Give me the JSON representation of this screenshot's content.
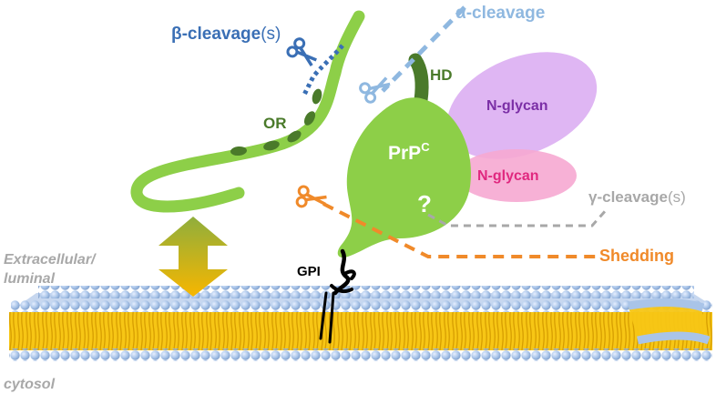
{
  "labels": {
    "beta_greek": "β",
    "beta_text": "-cleavage",
    "beta_suffix": "(s)",
    "alpha_greek": "α",
    "alpha_text": "-cleavage",
    "gamma_greek": "γ",
    "gamma_text": "-cleavage",
    "gamma_suffix": "(s)",
    "hd": "HD",
    "or": "OR",
    "prp": "PrP",
    "prp_sup": "C",
    "nglycan_top": "N-glycan",
    "nglycan_bottom": "N-glycan",
    "question": "?",
    "shedding": "Shedding",
    "gpi": "GPI",
    "extracellular_1": "Extracellular/",
    "extracellular_2": "luminal",
    "cytosol": "cytosol"
  },
  "colors": {
    "protein_green": "#8dcf48",
    "dark_green": "#4a7a2a",
    "beta_blue": "#3a6fb5",
    "alpha_blue": "#8fb8e0",
    "glycan_purple": "#d9a8ef",
    "glycan_pink": "#f4a3cf",
    "purple_text": "#7b2fa6",
    "pink_text": "#e0287f",
    "shedding_orange": "#f08a2a",
    "gamma_gray": "#a8a8a8",
    "membrane_yellow": "#f2c012",
    "head_blue": "#a9c4e8",
    "arrow_top": "#8fae3c",
    "arrow_bottom": "#f5b400"
  }
}
